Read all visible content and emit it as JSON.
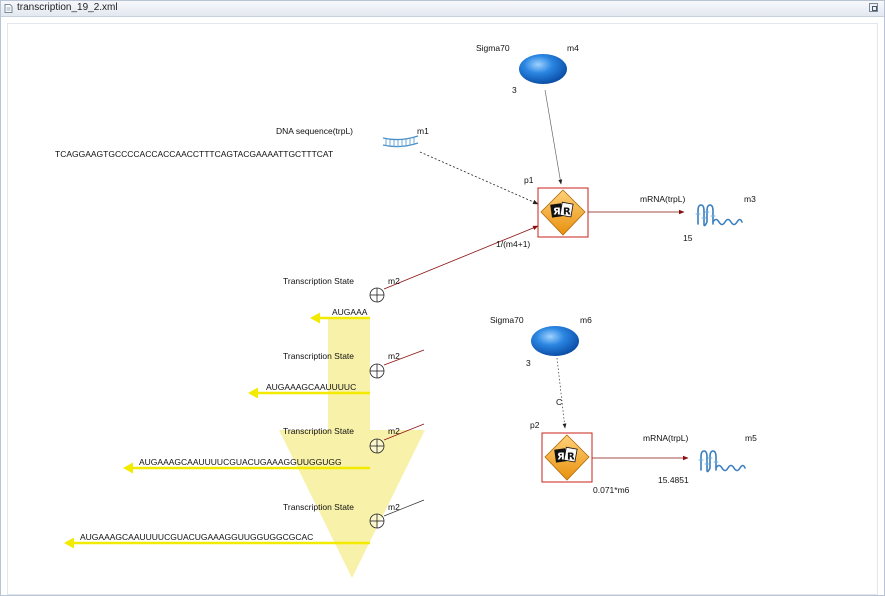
{
  "window": {
    "title": "transcription_19_2.xml"
  },
  "species": {
    "m4": {
      "name": "Sigma70",
      "id": "m4",
      "amount": "3"
    },
    "m1": {
      "name": "DNA sequence(trpL)",
      "id": "m1",
      "sequence": "TCAGGAAGTGCCCCACCACCAACCTTTCAGTACGAAAATTGCTTTCAT"
    },
    "m3": {
      "name": "mRNA(trpL)",
      "id": "m3",
      "amount": "15"
    },
    "m6": {
      "name": "Sigma70",
      "id": "m6",
      "amount": "3"
    },
    "m5": {
      "name": "mRNA(trpL)",
      "id": "m5",
      "amount": "15.4851"
    }
  },
  "processes": {
    "p1": {
      "id": "p1",
      "formula": "1/(m4+1)"
    },
    "p2": {
      "id": "p2",
      "formula": "0.071*m6"
    }
  },
  "edge_labels": {
    "c": "C"
  },
  "transcription_states": [
    {
      "label": "Transcription State",
      "id": "m2",
      "transcript": "AUGAAA"
    },
    {
      "label": "Transcription State",
      "id": "m2",
      "transcript": "AUGAAAGCAAUUUUC"
    },
    {
      "label": "Transcription State",
      "id": "m2",
      "transcript": "AUGAAAGCAAUUUUCGUACUGAAAGGUUGGUGG"
    },
    {
      "label": "Transcription State",
      "id": "m2",
      "transcript": "AUGAAAGCAAUUUUCGUACUGAAAGGUUGGUGGCGCAC"
    }
  ],
  "colors": {
    "sigma_blue": "#1e78d8",
    "process_orange": "#f0a020",
    "process_box": "#c8201a",
    "mrna_blue": "#3a7fc0",
    "dna_blue": "#4a90c8",
    "transcript_yellow": "#f2ea00",
    "overlay_yellow": "#f5ec8c",
    "edge_red": "#a01818"
  }
}
